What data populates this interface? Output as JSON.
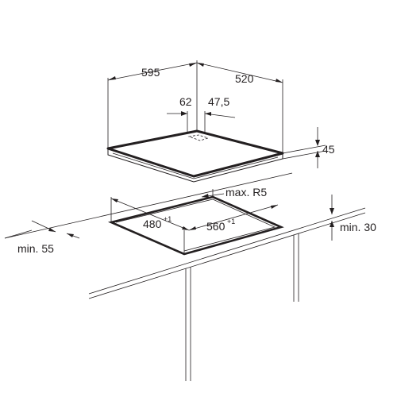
{
  "dimensions": {
    "width": "595",
    "depth": "520",
    "offset_left": "62",
    "offset_right": "47,5",
    "height": "45",
    "corner_radius": "max. R5",
    "cutout_depth": "480",
    "cutout_depth_tol": "+1",
    "cutout_width": "560",
    "cutout_width_tol": "+1",
    "min_front": "min. 55",
    "min_wall": "min. 30"
  }
}
